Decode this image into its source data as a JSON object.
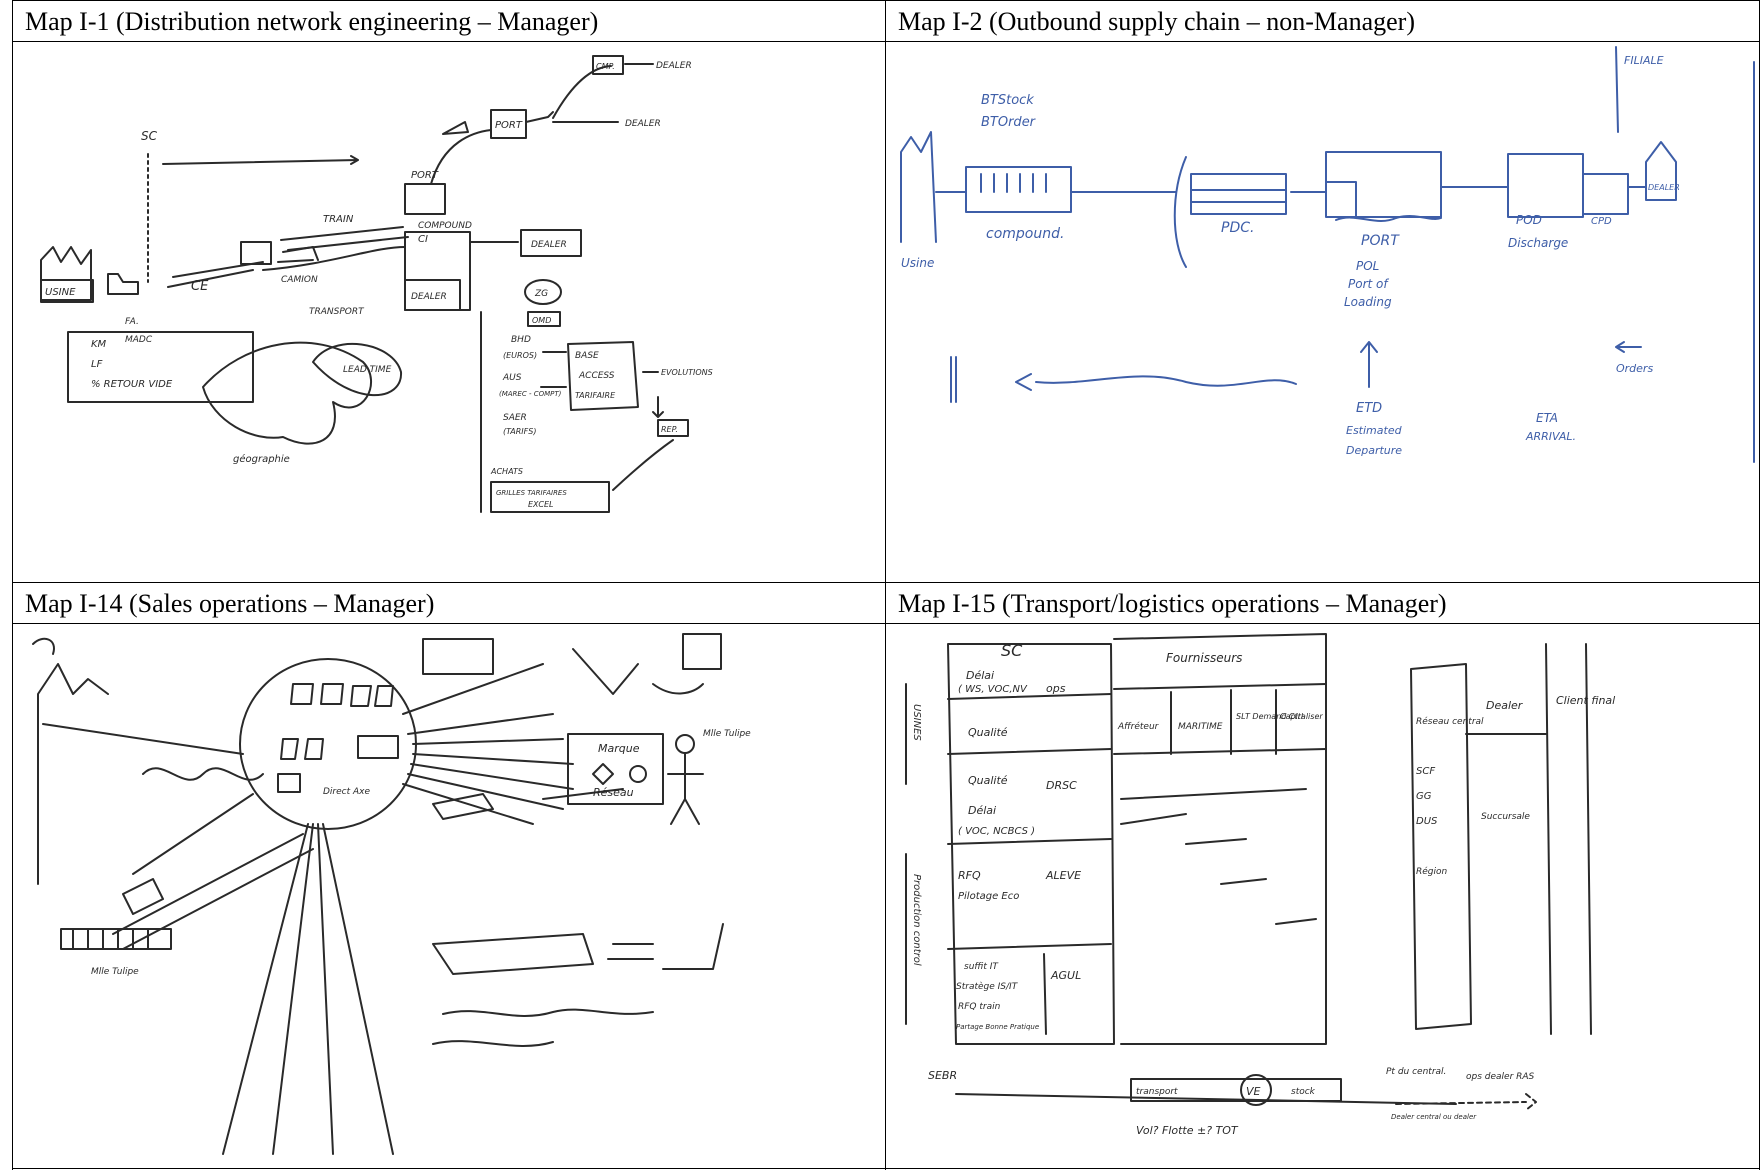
{
  "panels": [
    {
      "title": "Map I-1 (Distribution network engineering – Manager)"
    },
    {
      "title": "Map I-2 (Outbound supply chain – non-Manager)"
    },
    {
      "title": "Map I-14 (Sales operations – Manager)"
    },
    {
      "title": "Map I-15 (Transport/logistics operations – Manager)"
    }
  ],
  "map1_labels": {
    "sc": "SC",
    "usine": "USINE",
    "port1": "PORT",
    "port2": "PORT",
    "train": "TRAIN",
    "compound": "COMPOUND",
    "ci": "CI",
    "camion": "CAMION",
    "transport": "TRANSPORT",
    "dealer1": "DEALER",
    "dealer2": "DEALER",
    "dealer3": "DEALER",
    "dealer4": "DEALER",
    "ce": "CE",
    "fa": "FA.",
    "madc": "MADC",
    "cmp": "CMP.",
    "km": "KM",
    "lf": "LF",
    "retour": "% RETOUR VIDE",
    "leadtime": "LEAD TIME",
    "geographie": "géographie",
    "zg": "ZG",
    "omd": "OMD",
    "bhd": "BHD",
    "euros": "(EUROS)",
    "aus": "AUS",
    "marec": "(MAREC - COMPT)",
    "saer": "SAER",
    "stariffs": "(TARIFS)",
    "base": "BASE",
    "access": "ACCESS",
    "tarifaire": "TARIFAIRE",
    "evolutions": "EVOLUTIONS",
    "rep": "REP.",
    "achats": "ACHATS",
    "grilles": "GRILLES TARIFAIRES",
    "excel": "EXCEL"
  },
  "map2_labels": {
    "btstock": "BTStock",
    "btorder": "BTOrder",
    "filiale": "FILIALE",
    "usine": "Usine",
    "compound": "compound.",
    "pdc": "PDC.",
    "port": "PORT",
    "pod": "POD",
    "discharge": "Discharge",
    "cpd": "CPD",
    "dealer": "DEALER",
    "pol": "POL",
    "portof": "Port of",
    "loading": "Loading",
    "etd": "ETD",
    "estimated": "Estimated",
    "departure": "Departure",
    "eta": "ETA",
    "arrival": "ARRIVAL.",
    "orders": "Orders"
  },
  "map3_labels": {
    "marque": "Marque",
    "reseau": "Réseau",
    "tulipe": "Mlle Tulipe",
    "tulipe2": "Mlle Tulipe",
    "direct": "Direct Axe"
  },
  "map4_labels": {
    "sc": "SC",
    "delai": "Délai",
    "wsvoc": "( WS, VOC,NV",
    "ops": "ops",
    "qualite": "Qualité",
    "qualite2": "Qualité",
    "drsc": "DRSC",
    "delai2": "Délai",
    "vocncbcs": "( VOC, NCBCS )",
    "rfq": "RFQ",
    "pilotage": "Pilotage Eco",
    "aleve": "ALEVE",
    "suffit": "suffit IT",
    "stratege": "Stratège IS/IT",
    "rfqtrain": "RFQ train",
    "partage": "Partage Bonne Pratique",
    "agul": "AGUL",
    "usines": "USINES",
    "production": "Production control",
    "fournisseurs": "Fournisseurs",
    "affreteur": "Affréteur",
    "maritime": "MARITIME",
    "slt": "SLT Demand Ctrl",
    "capitalise": "Capitaliser",
    "reseau": "Réseau central",
    "scf": "SCF",
    "gg": "GG",
    "dus": "DUS",
    "region": "Région",
    "dealer": "Dealer",
    "succursale": "Succursale",
    "client": "Client final",
    "sebr": "SEBR",
    "transport": "transport",
    "ve": "VE",
    "stock": "stock",
    "ptdu": "Pt du central.",
    "opsdealer": "ops dealer RAS",
    "dealercentral": "Dealer central ou dealer",
    "vol": "Vol? Flotte ±? TOT"
  }
}
